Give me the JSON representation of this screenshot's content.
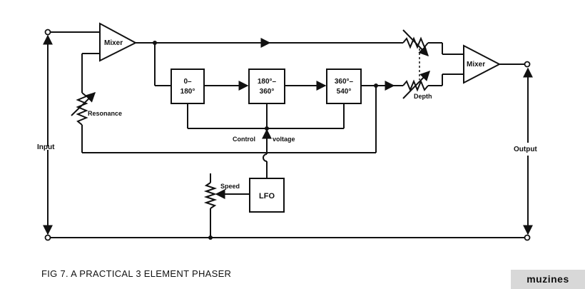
{
  "labels": {
    "mixer_left": "Mixer",
    "mixer_right": "Mixer",
    "stage1_line1": "0–",
    "stage1_line2": "180°",
    "stage2_line1": "180°–",
    "stage2_line2": "360°",
    "stage3_line1": "360°–",
    "stage3_line2": "540°",
    "lfo": "LFO",
    "resonance": "Resonance",
    "depth": "Depth",
    "speed": "Speed",
    "control": "Control",
    "voltage": "voltage",
    "input": "Input",
    "output": "Output"
  },
  "caption": "FIG 7.  A PRACTICAL 3 ELEMENT PHASER",
  "badge": "muzines"
}
